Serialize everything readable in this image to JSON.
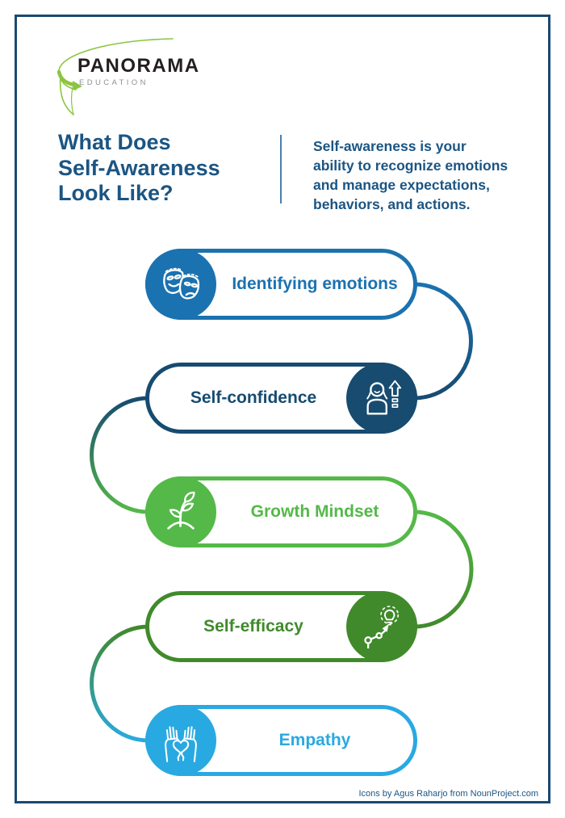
{
  "brand": {
    "name": "PANORAMA",
    "tagline": "EDUCATION"
  },
  "header": {
    "title_lines": [
      "What Does",
      "Self-Awareness",
      "Look Like?"
    ],
    "description_lines": [
      "Self-awareness is your",
      "ability to recognize emotions",
      "and manage expectations,",
      "behaviors, and actions."
    ]
  },
  "items": [
    {
      "label": "Identifying emotions",
      "icon": "theater-masks-icon",
      "color": "#1b72b0",
      "circle_side": "left"
    },
    {
      "label": "Self-confidence",
      "icon": "person-rising-icon",
      "color": "#174b70",
      "circle_side": "right"
    },
    {
      "label": "Growth Mindset",
      "icon": "sprout-icon",
      "color": "#54b948",
      "circle_side": "left"
    },
    {
      "label": "Self-efficacy",
      "icon": "path-to-idea-icon",
      "color": "#408a2b",
      "circle_side": "right"
    },
    {
      "label": "Empathy",
      "icon": "hands-holding-heart-icon",
      "color": "#29a9e1",
      "circle_side": "left"
    }
  ],
  "footer": {
    "credit": "Icons by Agus Raharjo from NounProject.com"
  },
  "colors": {
    "frame_border": "#1b4971",
    "title_text": "#1b5583",
    "divider": "#4a7fae",
    "logo_green": "#8bc53f",
    "logo_text": "#231f20",
    "logo_tagline": "#8d8f92"
  }
}
